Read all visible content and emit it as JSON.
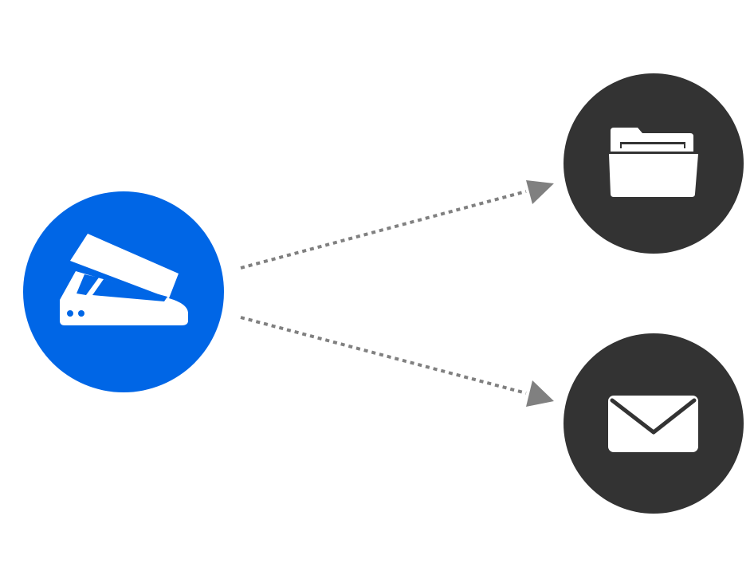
{
  "diagram": {
    "nodes": [
      {
        "id": "scanner",
        "icon": "scanner-icon",
        "color": "#0066E6"
      },
      {
        "id": "folder",
        "icon": "folder-icon",
        "color": "#333333"
      },
      {
        "id": "mail",
        "icon": "mail-icon",
        "color": "#333333"
      }
    ],
    "edges": [
      {
        "from": "scanner",
        "to": "folder",
        "style": "dotted",
        "color": "#808080"
      },
      {
        "from": "scanner",
        "to": "mail",
        "style": "dotted",
        "color": "#808080"
      }
    ],
    "icon_color": "#ffffff"
  }
}
